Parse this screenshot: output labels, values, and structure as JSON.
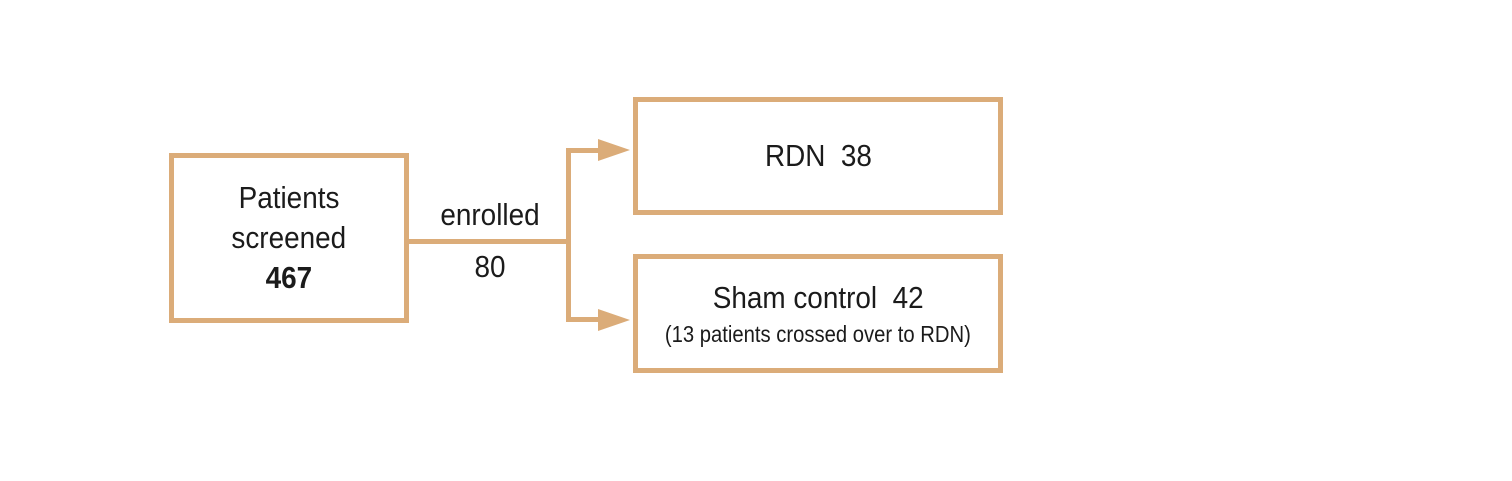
{
  "diagram": {
    "accent_color": "#DBAC79",
    "text_color": "#1b1b1b",
    "screened_box": {
      "line1": "Patients",
      "line2": "screened",
      "count": "467"
    },
    "connector": {
      "label": "enrolled",
      "count": "80"
    },
    "rdn_box": {
      "label": "RDN",
      "count": "38",
      "text": "RDN  38"
    },
    "sham_box": {
      "label": "Sham control",
      "count": "42",
      "text": "Sham control  42",
      "note": "(13 patients crossed over to RDN)"
    }
  }
}
